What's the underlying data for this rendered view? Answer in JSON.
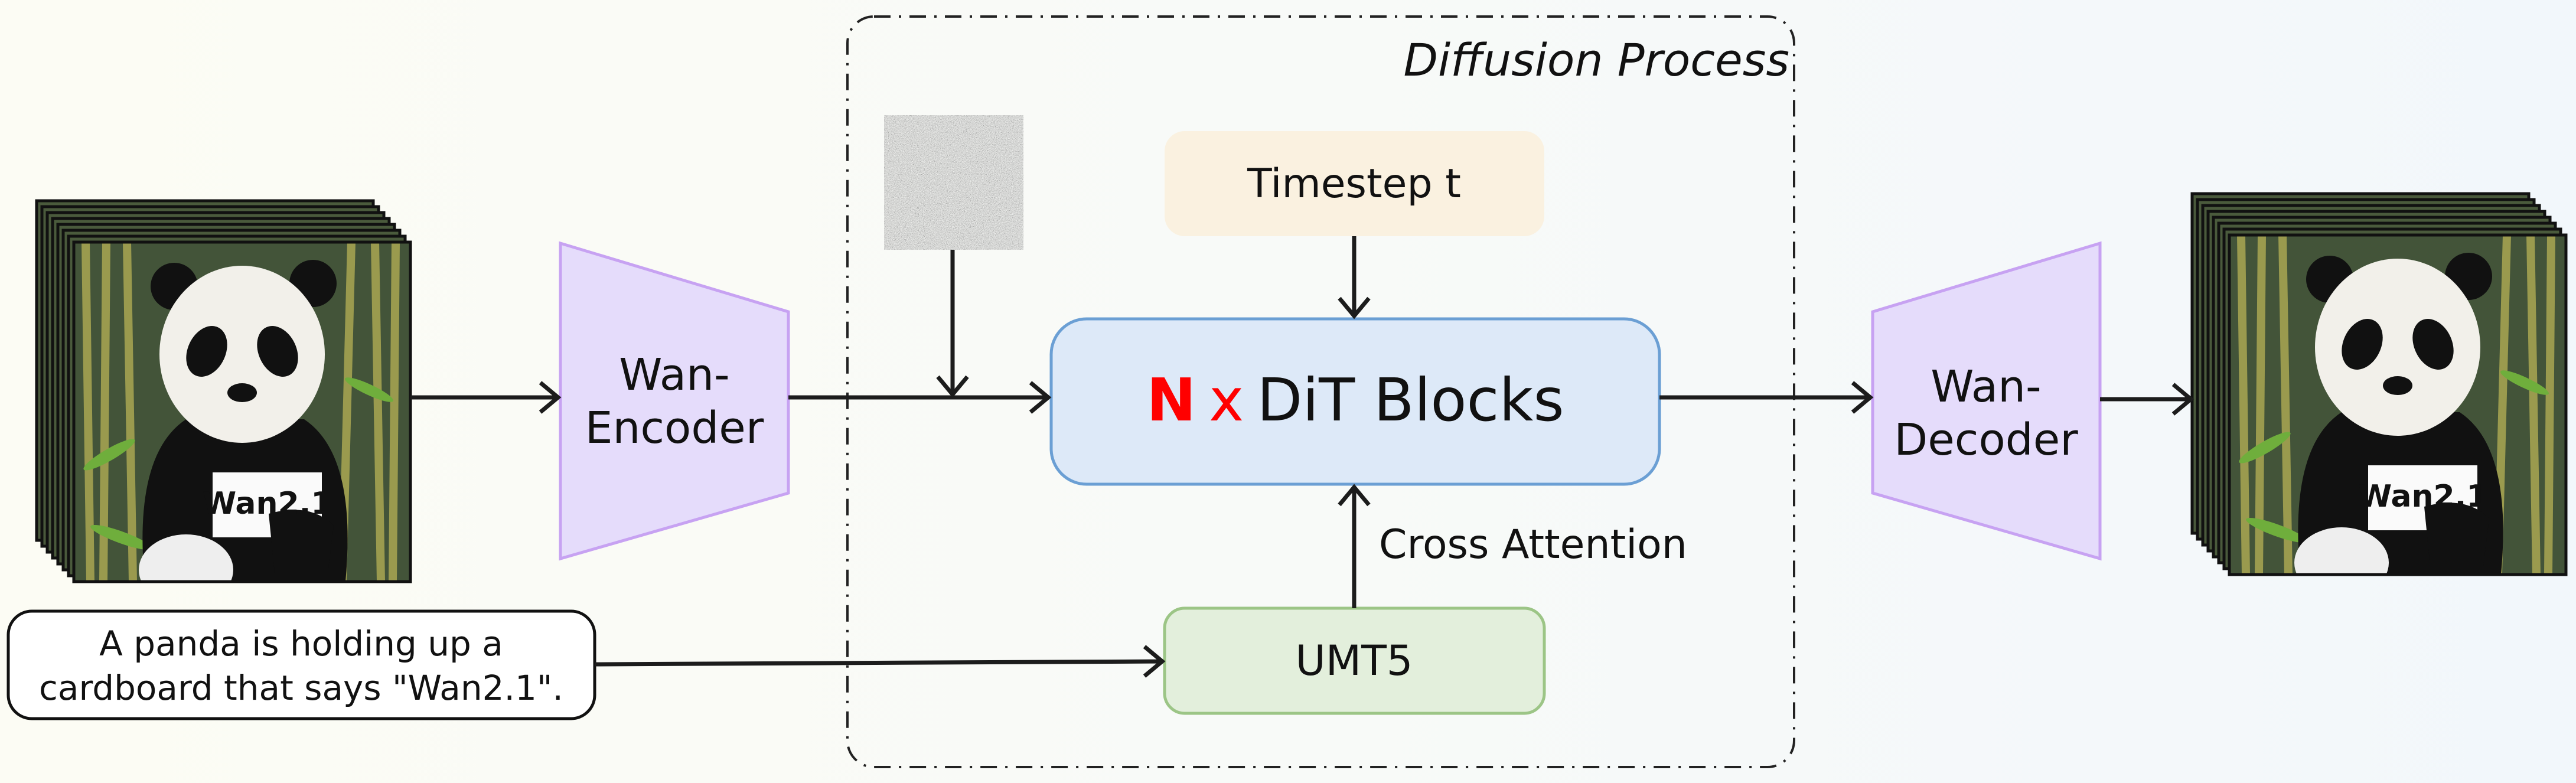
{
  "diagram": {
    "group_label": "Diffusion Process",
    "encoder_label": [
      "Wan-",
      "Encoder"
    ],
    "decoder_label": [
      "Wan-",
      "Decoder"
    ],
    "timestep_label": "Timestep t",
    "dit_label": {
      "n": "N",
      "x": "x",
      "rest": "DiT Blocks"
    },
    "text_encoder_label": "UMT5",
    "cross_attention_label": "Cross Attention",
    "prompt": [
      "A panda is holding up a",
      "cardboard that says \"Wan2.1\"."
    ],
    "sign_text": "Wan2.1",
    "colors": {
      "encoder_fill": "#e5dcfb",
      "encoder_stroke": "#c7a2f2",
      "timestep_fill": "#faf1e0",
      "dit_fill": "#dde9f8",
      "dit_stroke": "#6b9fd4",
      "umt5_fill": "#e3efdc",
      "umt5_stroke": "#9cc586",
      "n_accent": "#ff0000"
    }
  }
}
